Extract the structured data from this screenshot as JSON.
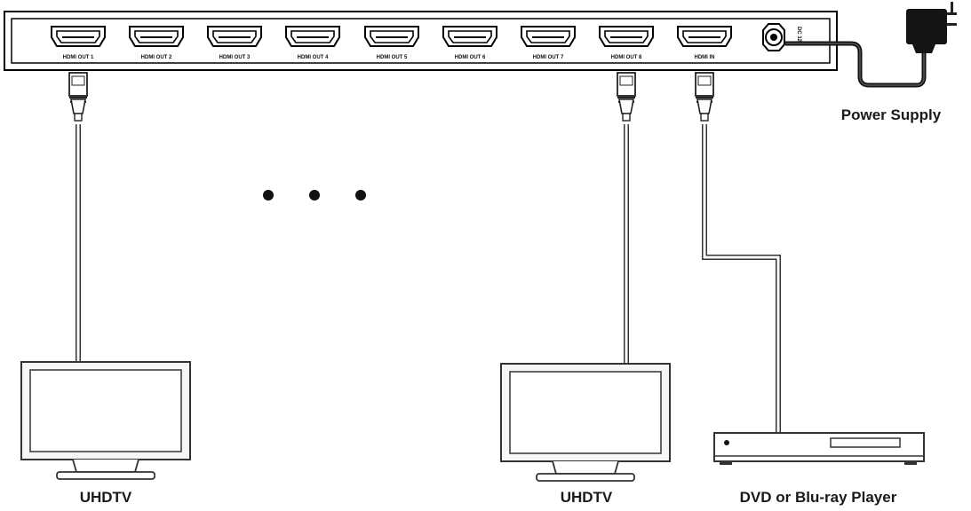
{
  "splitter": {
    "ports": [
      {
        "label": "HDMI OUT 1"
      },
      {
        "label": "HDMI OUT 2"
      },
      {
        "label": "HDMI OUT 3"
      },
      {
        "label": "HDMI OUT 4"
      },
      {
        "label": "HDMI OUT 5"
      },
      {
        "label": "HDMI OUT 6"
      },
      {
        "label": "HDMI OUT 7"
      },
      {
        "label": "HDMI OUT 8"
      },
      {
        "label": "HDMI IN"
      }
    ],
    "dc_label": "DC 12V"
  },
  "labels": {
    "power_supply": "Power Supply",
    "tv_left": "UHDTV",
    "tv_right": "UHDTV",
    "player": "DVD or Blu-ray Player"
  },
  "icons": {
    "tv": "monitor-icon",
    "player": "dvd-player-icon",
    "adapter": "power-adapter-icon",
    "ellipsis": "ellipsis-dots"
  }
}
